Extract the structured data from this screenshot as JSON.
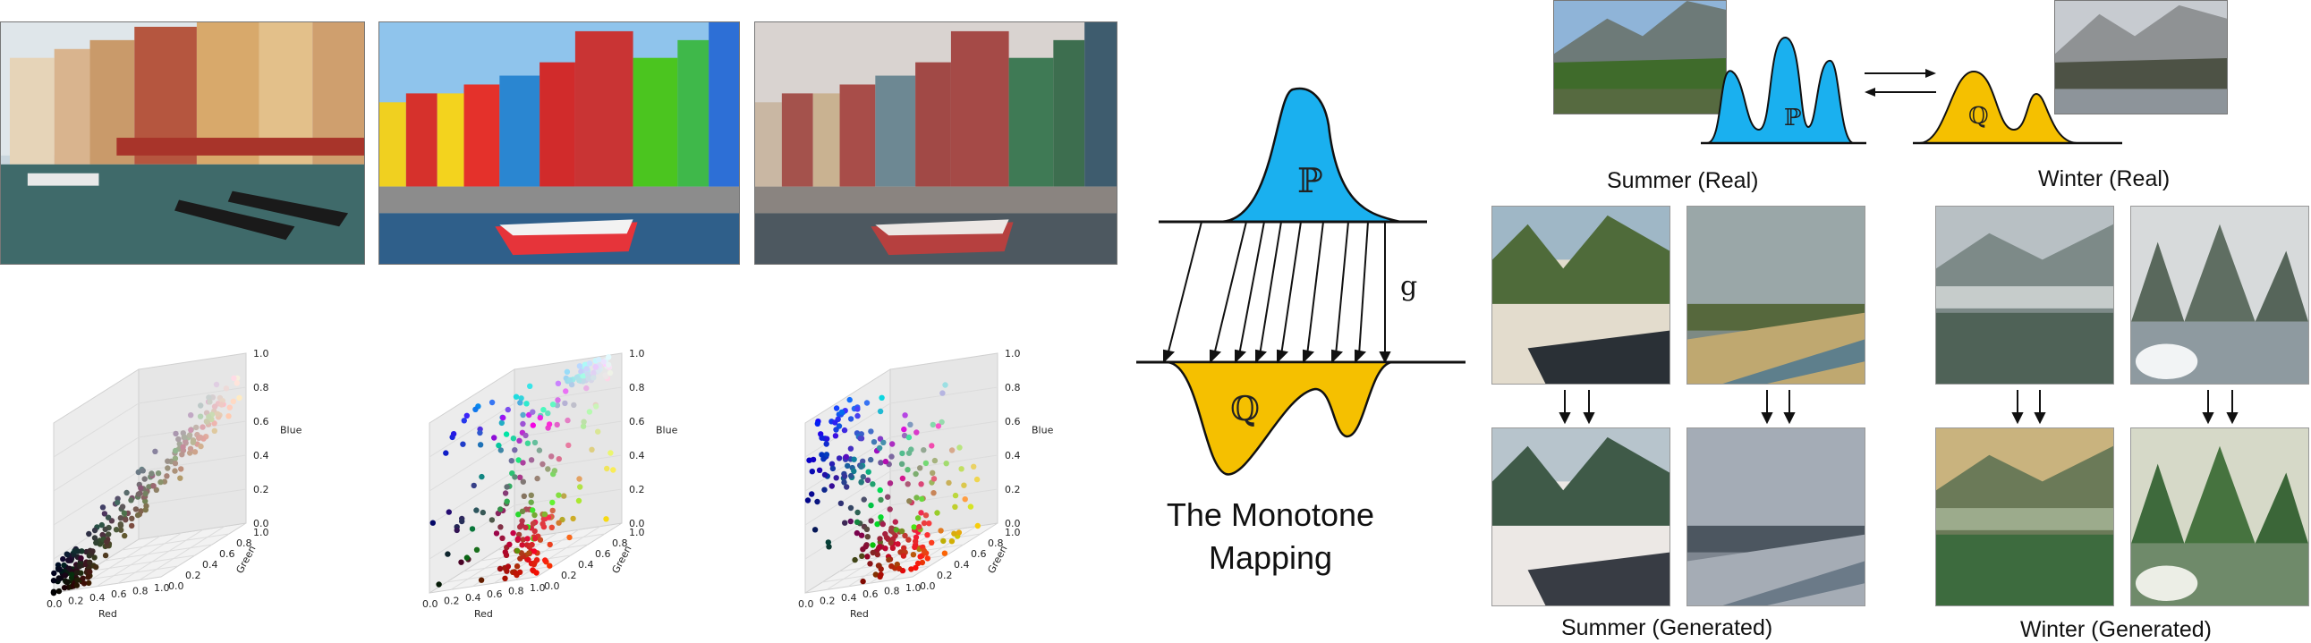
{
  "mapping": {
    "title": "The Monotone Mapping",
    "source_symbol": "ℙ",
    "target_symbol": "ℚ",
    "function_symbol": "g"
  },
  "season_transfer": {
    "summer_real_label": "Summer (Real)",
    "winter_real_label": "Winter (Real)",
    "summer_generated_label": "Summer (Generated)",
    "winter_generated_label": "Winter (Generated)",
    "source_symbol": "ℙ",
    "target_symbol": "ℚ"
  },
  "scatter_axes": {
    "x_label": "Red",
    "y_label": "Green",
    "z_label": "Blue",
    "x_ticks": [
      "0.0",
      "0.2",
      "0.4",
      "0.6",
      "0.8",
      "1.0"
    ],
    "y_ticks": [
      "0.0",
      "0.2",
      "0.4",
      "0.6",
      "0.8",
      "1.0"
    ],
    "z_ticks": [
      "0.0",
      "0.2",
      "0.4",
      "0.6",
      "0.8",
      "1.0"
    ]
  },
  "colors": {
    "source_blue": "#1ab0ef",
    "target_yellow": "#f5c000"
  }
}
